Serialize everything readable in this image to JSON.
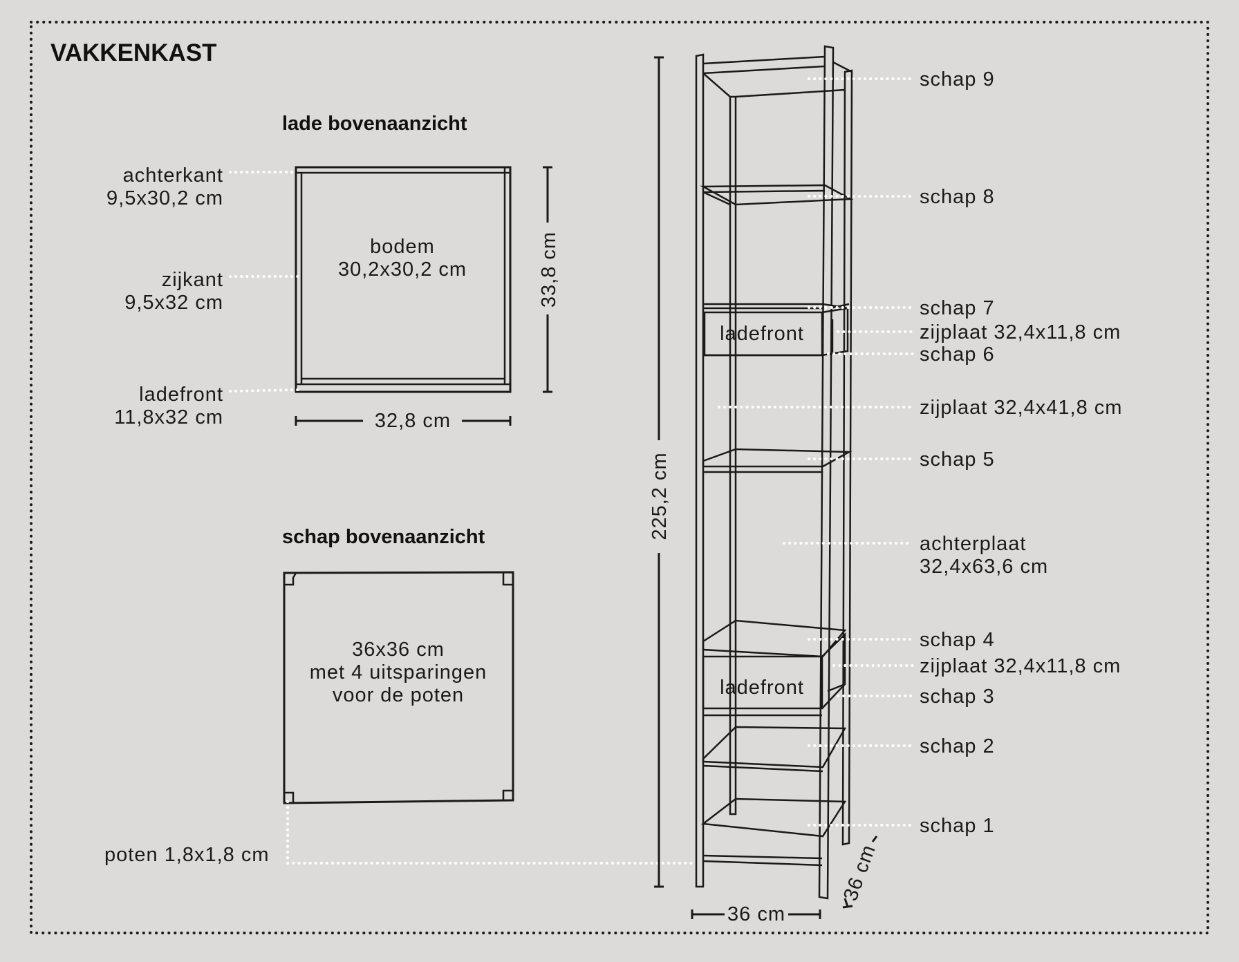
{
  "title": "VAKKENKAST",
  "drawer_view": {
    "heading": "lade bovenaanzicht",
    "center_label_1": "bodem",
    "center_label_2": "30,2x30,2 cm",
    "width_dim": "32,8 cm",
    "depth_dim": "33,8 cm",
    "parts": [
      {
        "name": "achterkant",
        "size": "9,5x30,2 cm"
      },
      {
        "name": "zijkant",
        "size": "9,5x32 cm"
      },
      {
        "name": "ladefront",
        "size": "11,8x32 cm"
      }
    ]
  },
  "shelf_view": {
    "heading": "schap bovenaanzicht",
    "line_1": "36x36 cm",
    "line_2": "met 4 uitsparingen",
    "line_3": "voor de poten",
    "legs_label": "poten 1,8x1,8 cm"
  },
  "cabinet": {
    "height_dim": "225,2 cm",
    "width_dim": "36 cm",
    "depth_dim": "36 cm",
    "drawer_front_label": "ladefront",
    "callouts": [
      {
        "key": "schap9",
        "lines": [
          "schap 9"
        ]
      },
      {
        "key": "schap8",
        "lines": [
          "schap 8"
        ]
      },
      {
        "key": "schap7",
        "lines": [
          "schap 7"
        ]
      },
      {
        "key": "zijplaat_top",
        "lines": [
          "zijplaat 32,4x11,8 cm"
        ]
      },
      {
        "key": "schap6",
        "lines": [
          "schap 6"
        ]
      },
      {
        "key": "zijplaat_mid",
        "lines": [
          "zijplaat 32,4x41,8 cm"
        ]
      },
      {
        "key": "schap5",
        "lines": [
          "schap 5"
        ]
      },
      {
        "key": "achterplaat",
        "lines": [
          "achterplaat",
          "32,4x63,6 cm"
        ]
      },
      {
        "key": "schap4",
        "lines": [
          "schap 4"
        ]
      },
      {
        "key": "zijplaat_low",
        "lines": [
          "zijplaat 32,4x11,8 cm"
        ]
      },
      {
        "key": "schap3",
        "lines": [
          "schap 3"
        ]
      },
      {
        "key": "schap2",
        "lines": [
          "schap 2"
        ]
      },
      {
        "key": "schap1",
        "lines": [
          "schap 1"
        ]
      }
    ]
  }
}
